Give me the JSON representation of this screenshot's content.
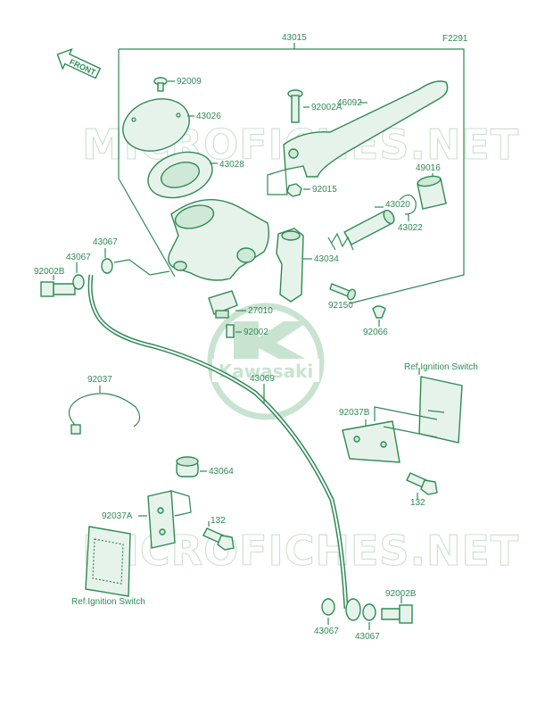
{
  "diagram": {
    "figure_id": "F2291",
    "front_arrow_label": "FRONT",
    "watermark_text": "MICROFICHES.NET",
    "logo_text": "Kawasaki",
    "colors": {
      "ink": "#2f8a55",
      "watermark": "#c5ddcc",
      "logo": "#c9e3d1",
      "paper": "#ffffff"
    },
    "labels": {
      "l43015": "43015",
      "l92009": "92009",
      "l43026": "43026",
      "l43028": "43028",
      "l92002a": "92002A",
      "l46092": "46092",
      "l92015": "92015",
      "l49016": "49016",
      "l43020": "43020",
      "l43022": "43022",
      "l43034": "43034",
      "l43067_top": "43067",
      "l43067_left": "43067",
      "l92002b_left": "92002B",
      "l92150": "92150",
      "l27010": "27010",
      "l92002": "92002",
      "l92066": "92066",
      "l92037": "92037",
      "l43069": "43069",
      "l_ref_ign_right": "Ref.Ignition Switch",
      "l92037b": "92037B",
      "l132_right": "132",
      "l43064": "43064",
      "l92037a": "92037A",
      "l132_left": "132",
      "l_ref_ign_left": "Ref.Ignition Switch",
      "l92002b_bottom": "92002B",
      "l43067_bottom_left": "43067",
      "l43067_bottom_right": "43067"
    }
  }
}
